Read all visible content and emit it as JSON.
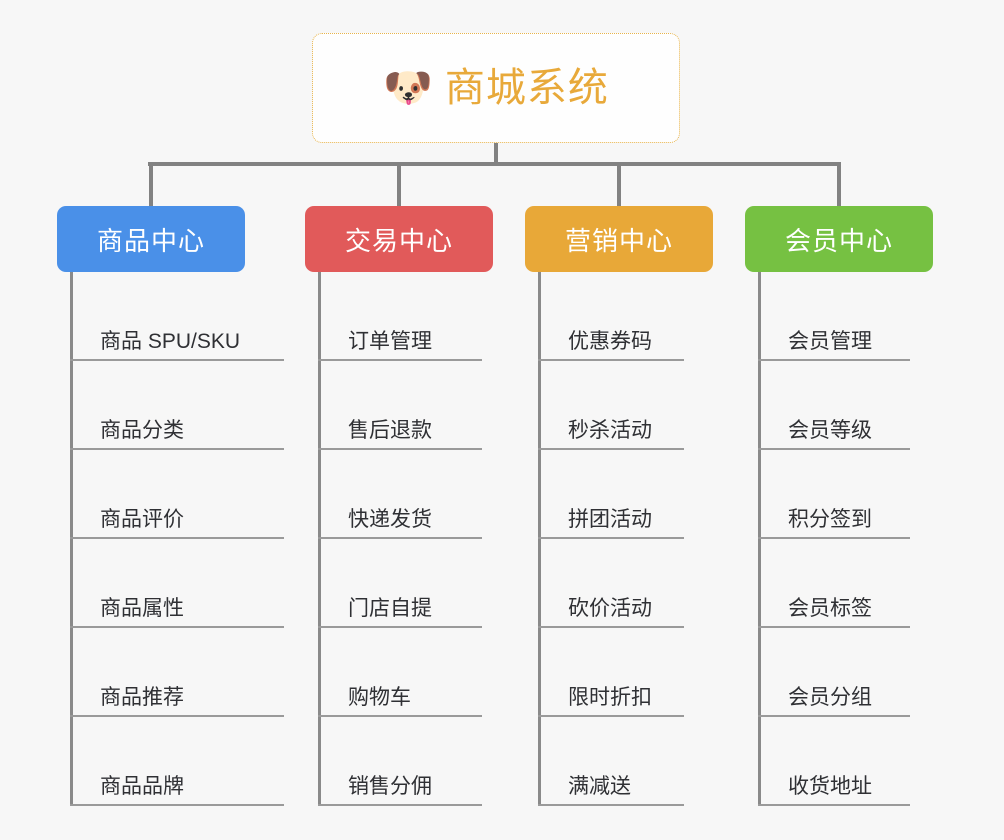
{
  "root": {
    "icon": "dog-face-icon",
    "emoji": "🐶",
    "title": "商城系统",
    "color": "#e8a93a",
    "border_color": "#e8b44a"
  },
  "canvas": {
    "background": "#f7f7f7",
    "connector_color": "#828282"
  },
  "branches": [
    {
      "label": "商品中心",
      "color": "#4a90e8",
      "items": [
        "商品 SPU/SKU",
        "商品分类",
        "商品评价",
        "商品属性",
        "商品推荐",
        "商品品牌"
      ]
    },
    {
      "label": "交易中心",
      "color": "#e15a5a",
      "items": [
        "订单管理",
        "售后退款",
        "快递发货",
        "门店自提",
        "购物车",
        "销售分佣"
      ]
    },
    {
      "label": "营销中心",
      "color": "#e8a838",
      "items": [
        "优惠券码",
        "秒杀活动",
        "拼团活动",
        "砍价活动",
        "限时折扣",
        "满减送"
      ]
    },
    {
      "label": "会员中心",
      "color": "#76c142",
      "items": [
        "会员管理",
        "会员等级",
        "积分签到",
        "会员标签",
        "会员分组",
        "收货地址"
      ]
    }
  ]
}
